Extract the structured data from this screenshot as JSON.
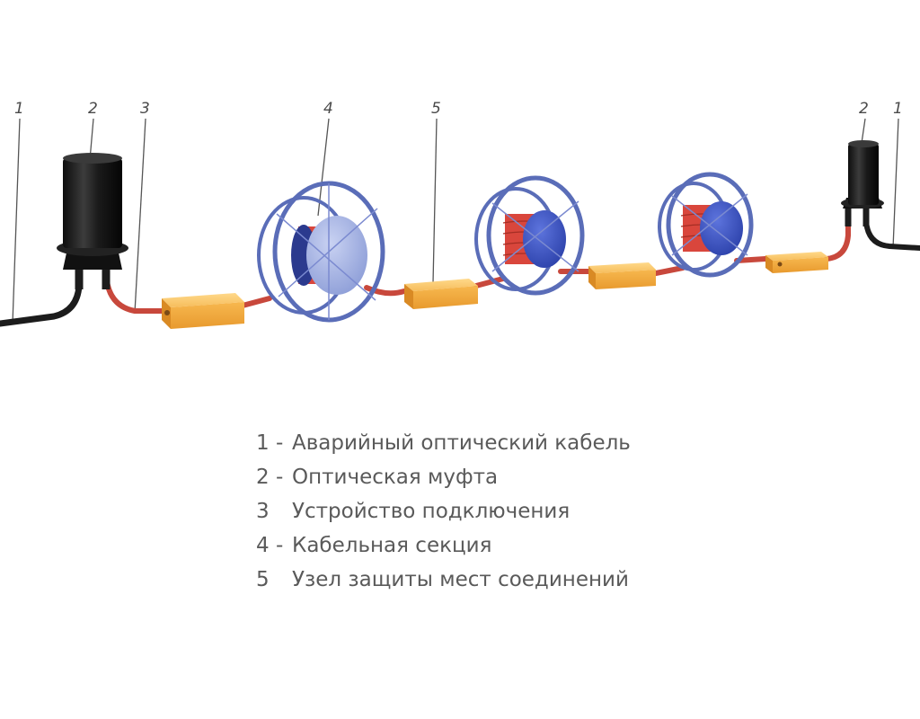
{
  "callouts": {
    "left": [
      "1",
      "2",
      "3",
      "4",
      "5"
    ],
    "right": [
      "2",
      "1"
    ]
  },
  "legend": [
    {
      "number": "1",
      "separator": "-",
      "text": "Аварийный оптический кабель"
    },
    {
      "number": "2",
      "separator": "-",
      "text": "Оптическая муфта"
    },
    {
      "number": "3",
      "separator": "",
      "text": "Устройство подключения"
    },
    {
      "number": "4",
      "separator": "-",
      "text": "Кабельная секция"
    },
    {
      "number": "5",
      "separator": "",
      "text": "Узел защиты мест соединений"
    }
  ],
  "colors": {
    "cable_black": "#1c1c1c",
    "cable_red": "#c8483c",
    "box_yellow": "#f2b04a",
    "reel_rim": "#5a6db8",
    "drum_red": "#d9463c",
    "drum_blue": "#3a55c8"
  }
}
